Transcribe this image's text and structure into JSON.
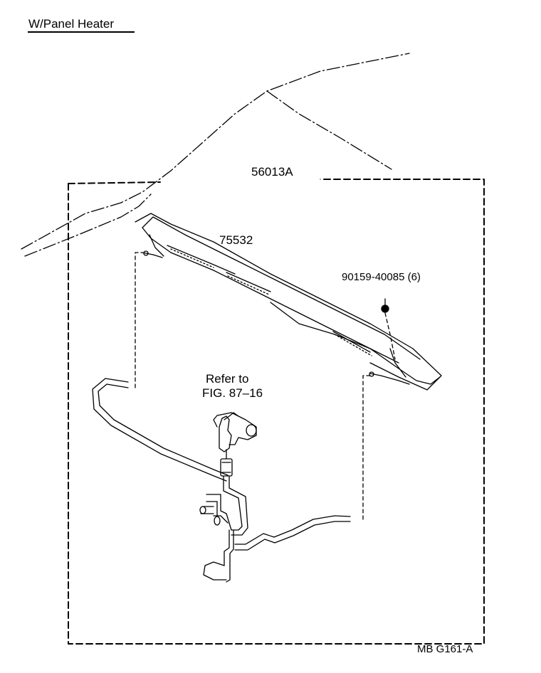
{
  "title": "W/Panel Heater",
  "labels": {
    "assembly": "56013A",
    "panel_part": "75532",
    "clip_part": "90159-40085 (6)",
    "refer_line1": "Refer to",
    "refer_line2": "FIG. 87–16",
    "figure_code": "MB G161-A"
  },
  "colors": {
    "line": "#000000",
    "background": "#ffffff"
  }
}
